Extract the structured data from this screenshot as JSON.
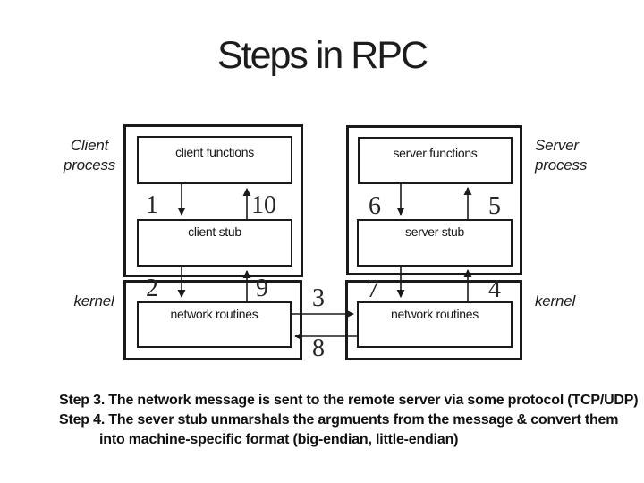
{
  "title": "Steps in RPC",
  "diagram": {
    "side_labels": {
      "client_process_line1": "Client",
      "client_process_line2": "process",
      "server_process_line1": "Server",
      "server_process_line2": "process",
      "kernel_left": "kernel",
      "kernel_right": "kernel"
    },
    "boxes": {
      "client_functions": "client functions",
      "client_stub": "client stub",
      "network_routines_left": "network routines",
      "server_functions": "server functions",
      "server_stub": "server stub",
      "network_routines_right": "network routines"
    },
    "steps": {
      "s1": "1",
      "s2": "2",
      "s3": "3",
      "s4": "4",
      "s5": "5",
      "s6": "6",
      "s7": "7",
      "s8": "8",
      "s9": "9",
      "s10": "10"
    }
  },
  "notes": {
    "line1": "Step 3. The network message is sent to the remote server via some protocol (TCP/UDP)",
    "line2": "Step 4. The sever stub unmarshals the argmuents from the message & convert them",
    "line3": "into machine-specific format (big-endian, little-endian)"
  },
  "colors": {
    "background": "#ffffff",
    "ink": "#1a1a1a",
    "text": "#111111"
  }
}
